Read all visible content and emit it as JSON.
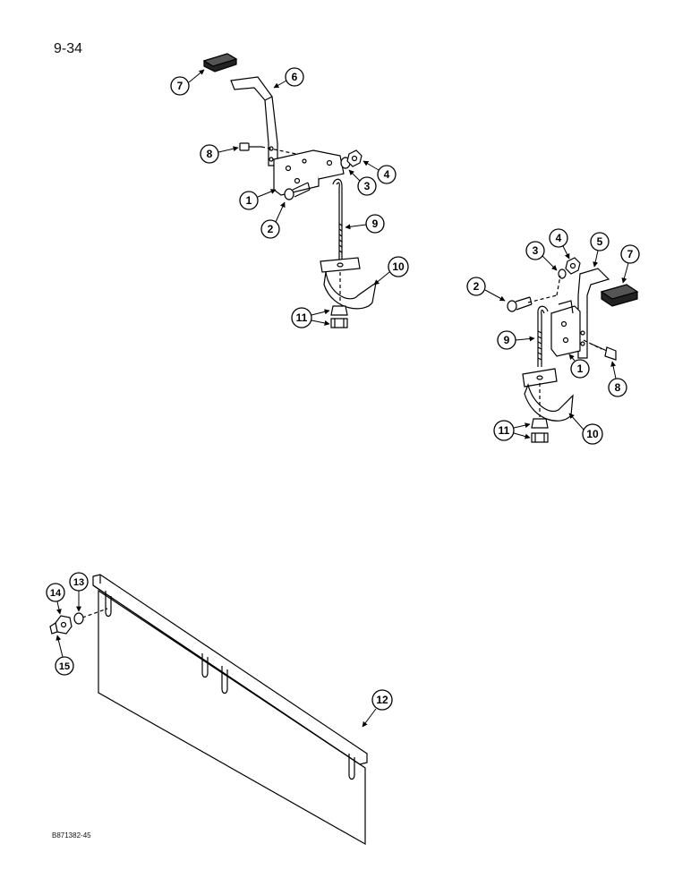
{
  "page_number": "9-34",
  "figure_code": "B871382-45",
  "callouts": {
    "left_assembly": [
      "7",
      "6",
      "8",
      "4",
      "3",
      "1",
      "2",
      "9",
      "10",
      "11"
    ],
    "right_assembly": [
      "4",
      "5",
      "7",
      "3",
      "2",
      "9",
      "1",
      "8",
      "11",
      "10"
    ],
    "mud_flap_assembly": [
      "14",
      "13",
      "15",
      "12"
    ]
  }
}
